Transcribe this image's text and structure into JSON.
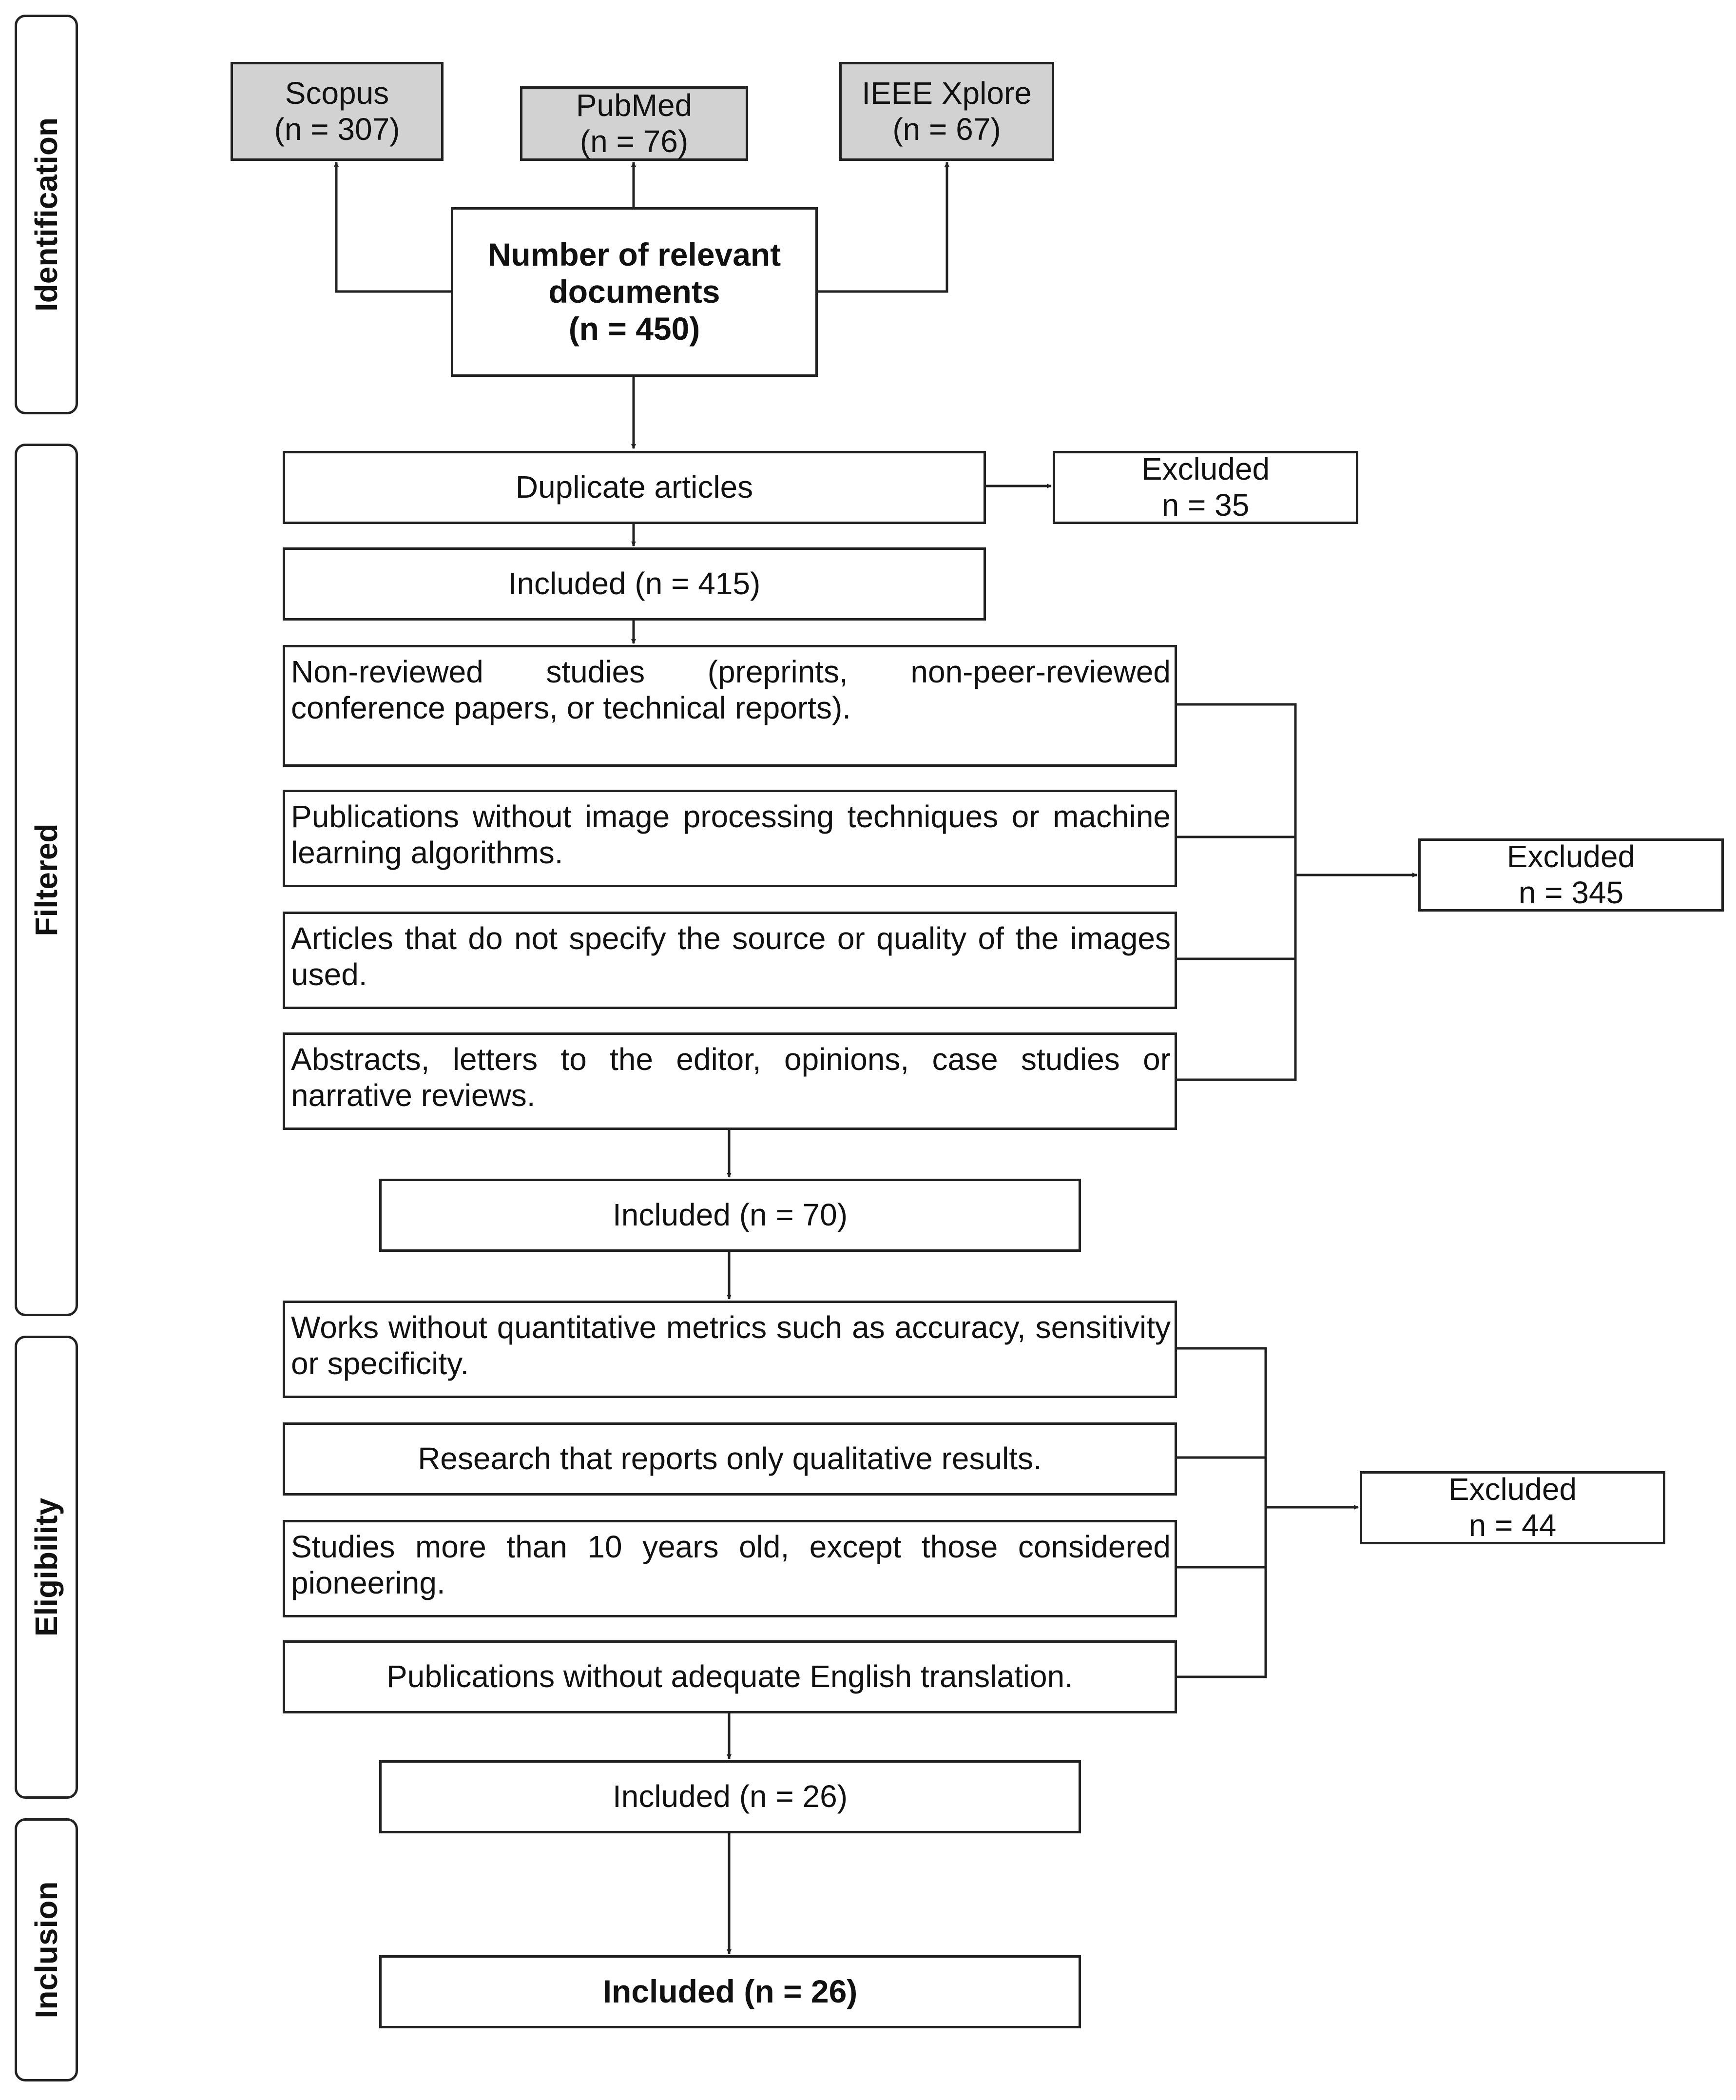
{
  "stages": {
    "identification": "Identification",
    "filtered": "Filtered",
    "eligibility": "Eligibility",
    "inclusion": "Inclusion"
  },
  "sources": {
    "scopus": {
      "name": "Scopus",
      "count": "(n = 307)"
    },
    "pubmed": {
      "name": "PubMed",
      "count": "(n = 76)"
    },
    "ieee": {
      "name": "IEEE Xplore",
      "count": "(n = 67)"
    }
  },
  "relevant": {
    "line1": "Number of relevant",
    "line2": "documents",
    "count": "(n = 450)"
  },
  "filtered": {
    "duplicates": "Duplicate articles",
    "excluded_label": "Excluded",
    "excluded_count": "n = 35",
    "included": "Included (n = 415)",
    "criteria": [
      "Non-reviewed studies (preprints, non-peer-reviewed conference papers, or technical reports).",
      "Publications without image processing techniques or machine learning algorithms.",
      "Articles that do not specify the source or quality of the images used.",
      "Abstracts, letters to the editor, opinions, case studies or narrative reviews."
    ],
    "criteria_excluded_label": "Excluded",
    "criteria_excluded_count": "n = 345",
    "included_after": "Included (n = 70)"
  },
  "eligibility": {
    "criteria": [
      "Works without quantitative metrics such as accuracy, sensitivity or specificity.",
      "Research that reports only qualitative results.",
      "Studies more than 10 years old, except those considered pioneering.",
      "Publications without adequate English translation."
    ],
    "excluded_label": "Excluded",
    "excluded_count": "n = 44",
    "included": "Included (n = 26)"
  },
  "inclusion": {
    "final": "Included (n = 26)"
  }
}
